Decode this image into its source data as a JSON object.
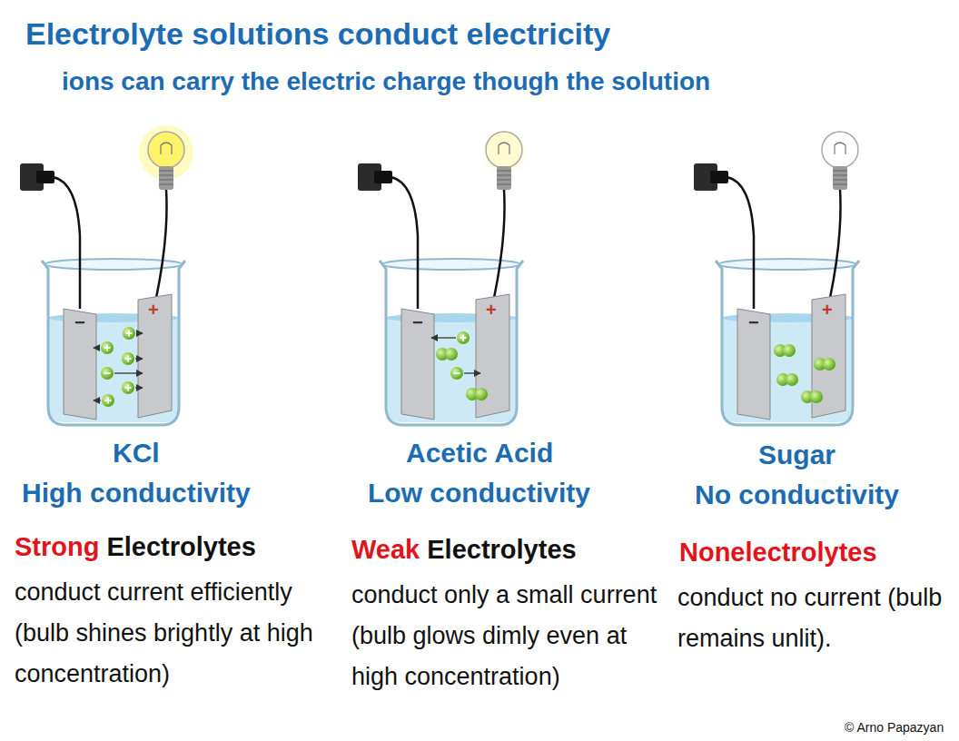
{
  "diagram": {
    "title": "Electrolyte solutions conduct electricity",
    "labels": [
      "ions can carry the electric charge though the solution",
      "KCl",
      "High conductivity",
      "Strong",
      "Electrolytes",
      "conduct current efficiently (bulb shines brightly at high concentration)",
      "Acetic Acid",
      "Low conductivity",
      "Weak",
      "Electrolytes",
      "conduct only a small current (bulb glows dimly even at high concentration)",
      "Sugar",
      "No conductivity",
      "Nonelectrolytes",
      "conduct no current (bulb remains unlit).",
      "−",
      "+",
      "−",
      "+",
      "−",
      "+",
      "© Arno Papazyan"
    ]
  }
}
